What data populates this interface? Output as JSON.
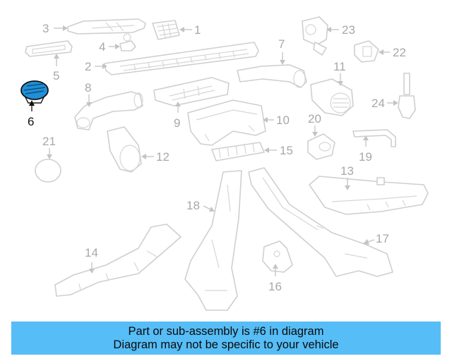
{
  "diagram": {
    "highlight_color": "#1f8fd6",
    "callouts": [
      "1",
      "2",
      "3",
      "4",
      "5",
      "6",
      "7",
      "8",
      "9",
      "10",
      "11",
      "12",
      "13",
      "14",
      "15",
      "16",
      "17",
      "18",
      "19",
      "20",
      "21",
      "22",
      "23",
      "24"
    ]
  },
  "banner": {
    "line1": "Part or sub-assembly is #6 in diagram",
    "line2": "Diagram may not be specific to your vehicle",
    "color": "#56bdf6"
  }
}
